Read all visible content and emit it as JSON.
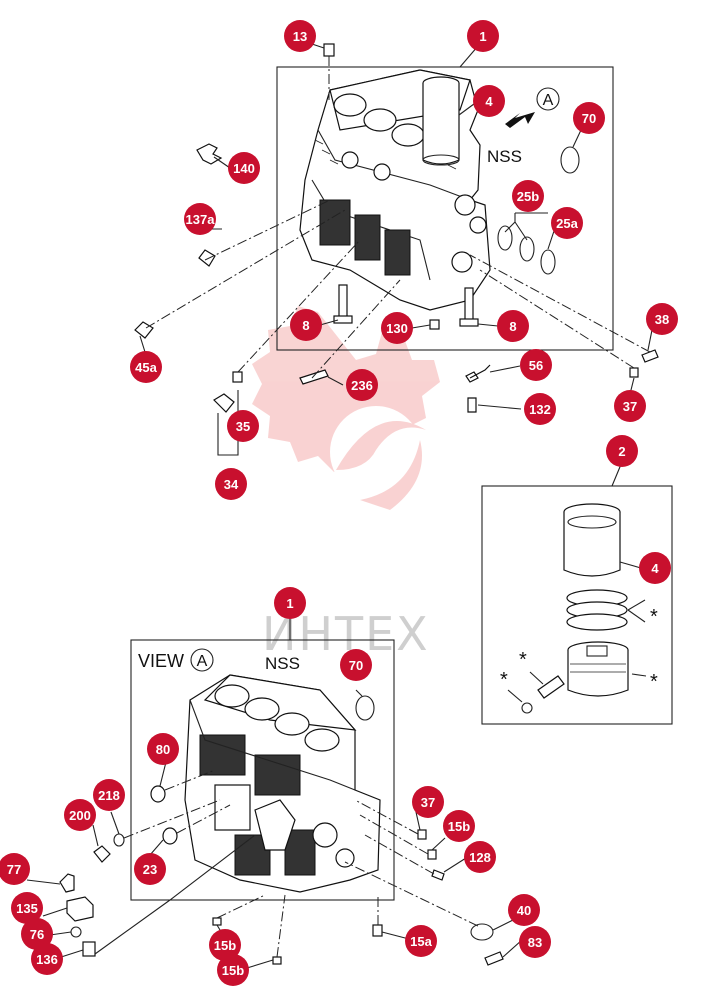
{
  "diagram": {
    "view_label": "VIEW",
    "view_letter": "A",
    "view_marker": "A",
    "nss_top": "NSS",
    "nss_bottom": "NSS",
    "asterisk": "*",
    "watermark": "ИНТЕХ",
    "callout_color": "#c8102e",
    "callouts": {
      "c1_top": "1",
      "c13": "13",
      "c4_top": "4",
      "c70_top": "70",
      "c140": "140",
      "c137a": "137a",
      "c25b": "25b",
      "c25a": "25a",
      "c45a": "45a",
      "c8_left": "8",
      "c130": "130",
      "c8_right": "8",
      "c38": "38",
      "c56": "56",
      "c236": "236",
      "c132": "132",
      "c37_top": "37",
      "c35": "35",
      "c34": "34",
      "c2": "2",
      "c4_right": "4",
      "c1_bottom": "1",
      "c70_bottom": "70",
      "c80": "80",
      "c218": "218",
      "c200": "200",
      "c23": "23",
      "c37_bottom": "37",
      "c15b_right": "15b",
      "c128": "128",
      "c77": "77",
      "c135": "135",
      "c76": "76",
      "c136": "136",
      "c15b_a": "15b",
      "c15b_b": "15b",
      "c15a": "15a",
      "c40": "40",
      "c83": "83"
    }
  }
}
